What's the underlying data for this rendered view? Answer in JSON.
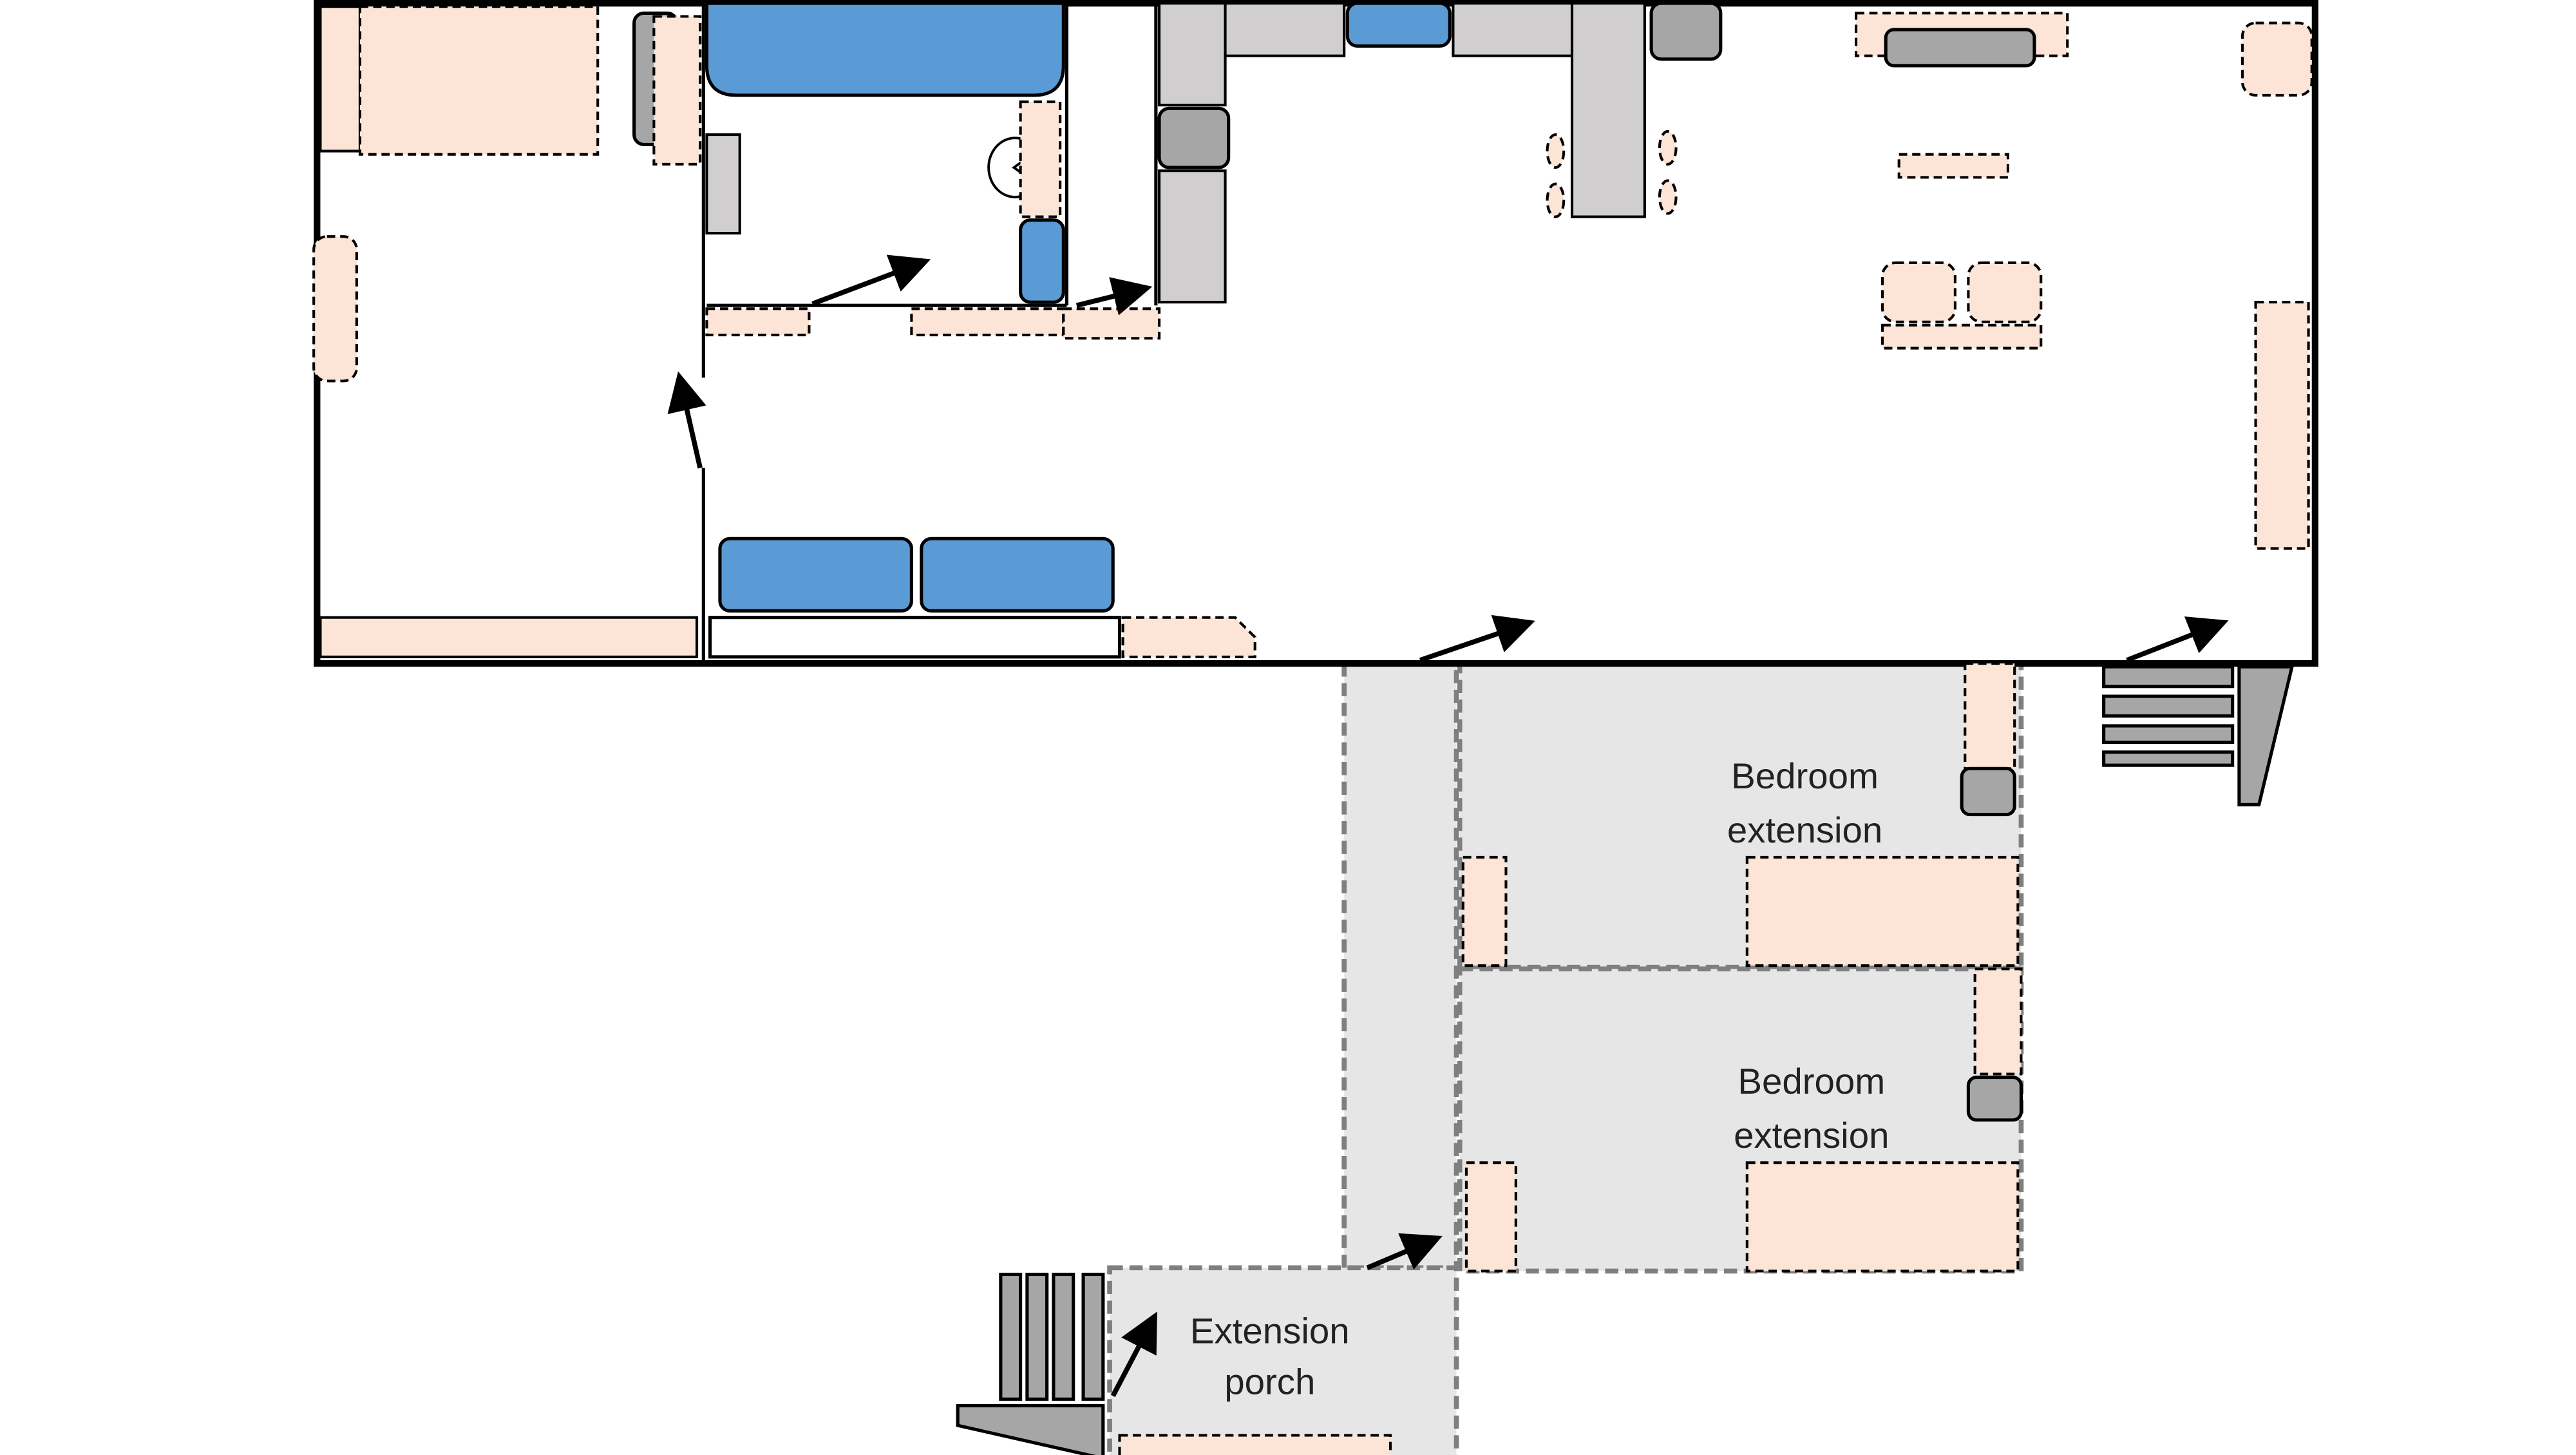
{
  "rooms": {
    "bedroom_extension_1": {
      "line1": "Bedroom",
      "line2": "extension"
    },
    "bedroom_extension_2": {
      "line1": "Bedroom",
      "line2": "extension"
    },
    "extension_porch": {
      "line1": "Extension",
      "line2": "porch"
    }
  },
  "colors": {
    "furniture_peach": "#FCE4D6",
    "fixture_blue": "#5B9BD5",
    "appliance_grey": "#A6A6A6",
    "counter_light_grey": "#D0CECE",
    "extension_fill": "#E7E6E6"
  }
}
